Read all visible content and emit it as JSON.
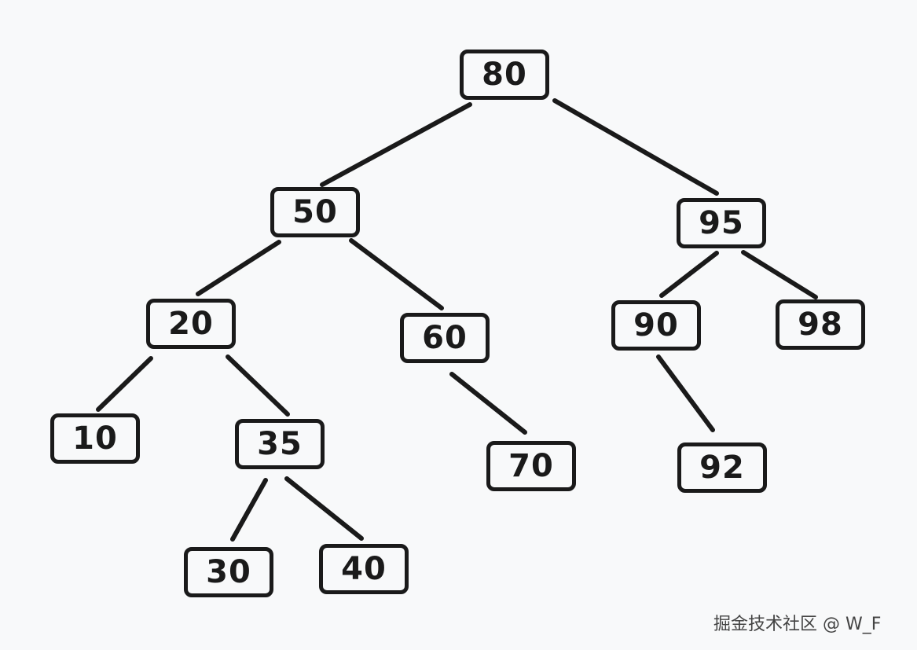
{
  "tree": {
    "nodes": [
      {
        "id": "n80",
        "label": "80"
      },
      {
        "id": "n50",
        "label": "50"
      },
      {
        "id": "n95",
        "label": "95"
      },
      {
        "id": "n20",
        "label": "20"
      },
      {
        "id": "n60",
        "label": "60"
      },
      {
        "id": "n90",
        "label": "90"
      },
      {
        "id": "n98",
        "label": "98"
      },
      {
        "id": "n10",
        "label": "10"
      },
      {
        "id": "n35",
        "label": "35"
      },
      {
        "id": "n70",
        "label": "70"
      },
      {
        "id": "n92",
        "label": "92"
      },
      {
        "id": "n30",
        "label": "30"
      },
      {
        "id": "n40",
        "label": "40"
      }
    ],
    "edges": [
      [
        "80",
        "50"
      ],
      [
        "80",
        "95"
      ],
      [
        "50",
        "20"
      ],
      [
        "50",
        "60"
      ],
      [
        "95",
        "90"
      ],
      [
        "95",
        "98"
      ],
      [
        "20",
        "10"
      ],
      [
        "20",
        "35"
      ],
      [
        "60",
        "70"
      ],
      [
        "90",
        "92"
      ],
      [
        "35",
        "30"
      ],
      [
        "35",
        "40"
      ]
    ],
    "line_color": "#1a1a1a",
    "background_color": "#f8f9fa"
  },
  "watermark": {
    "text": "掘金技术社区 @ W_F"
  }
}
